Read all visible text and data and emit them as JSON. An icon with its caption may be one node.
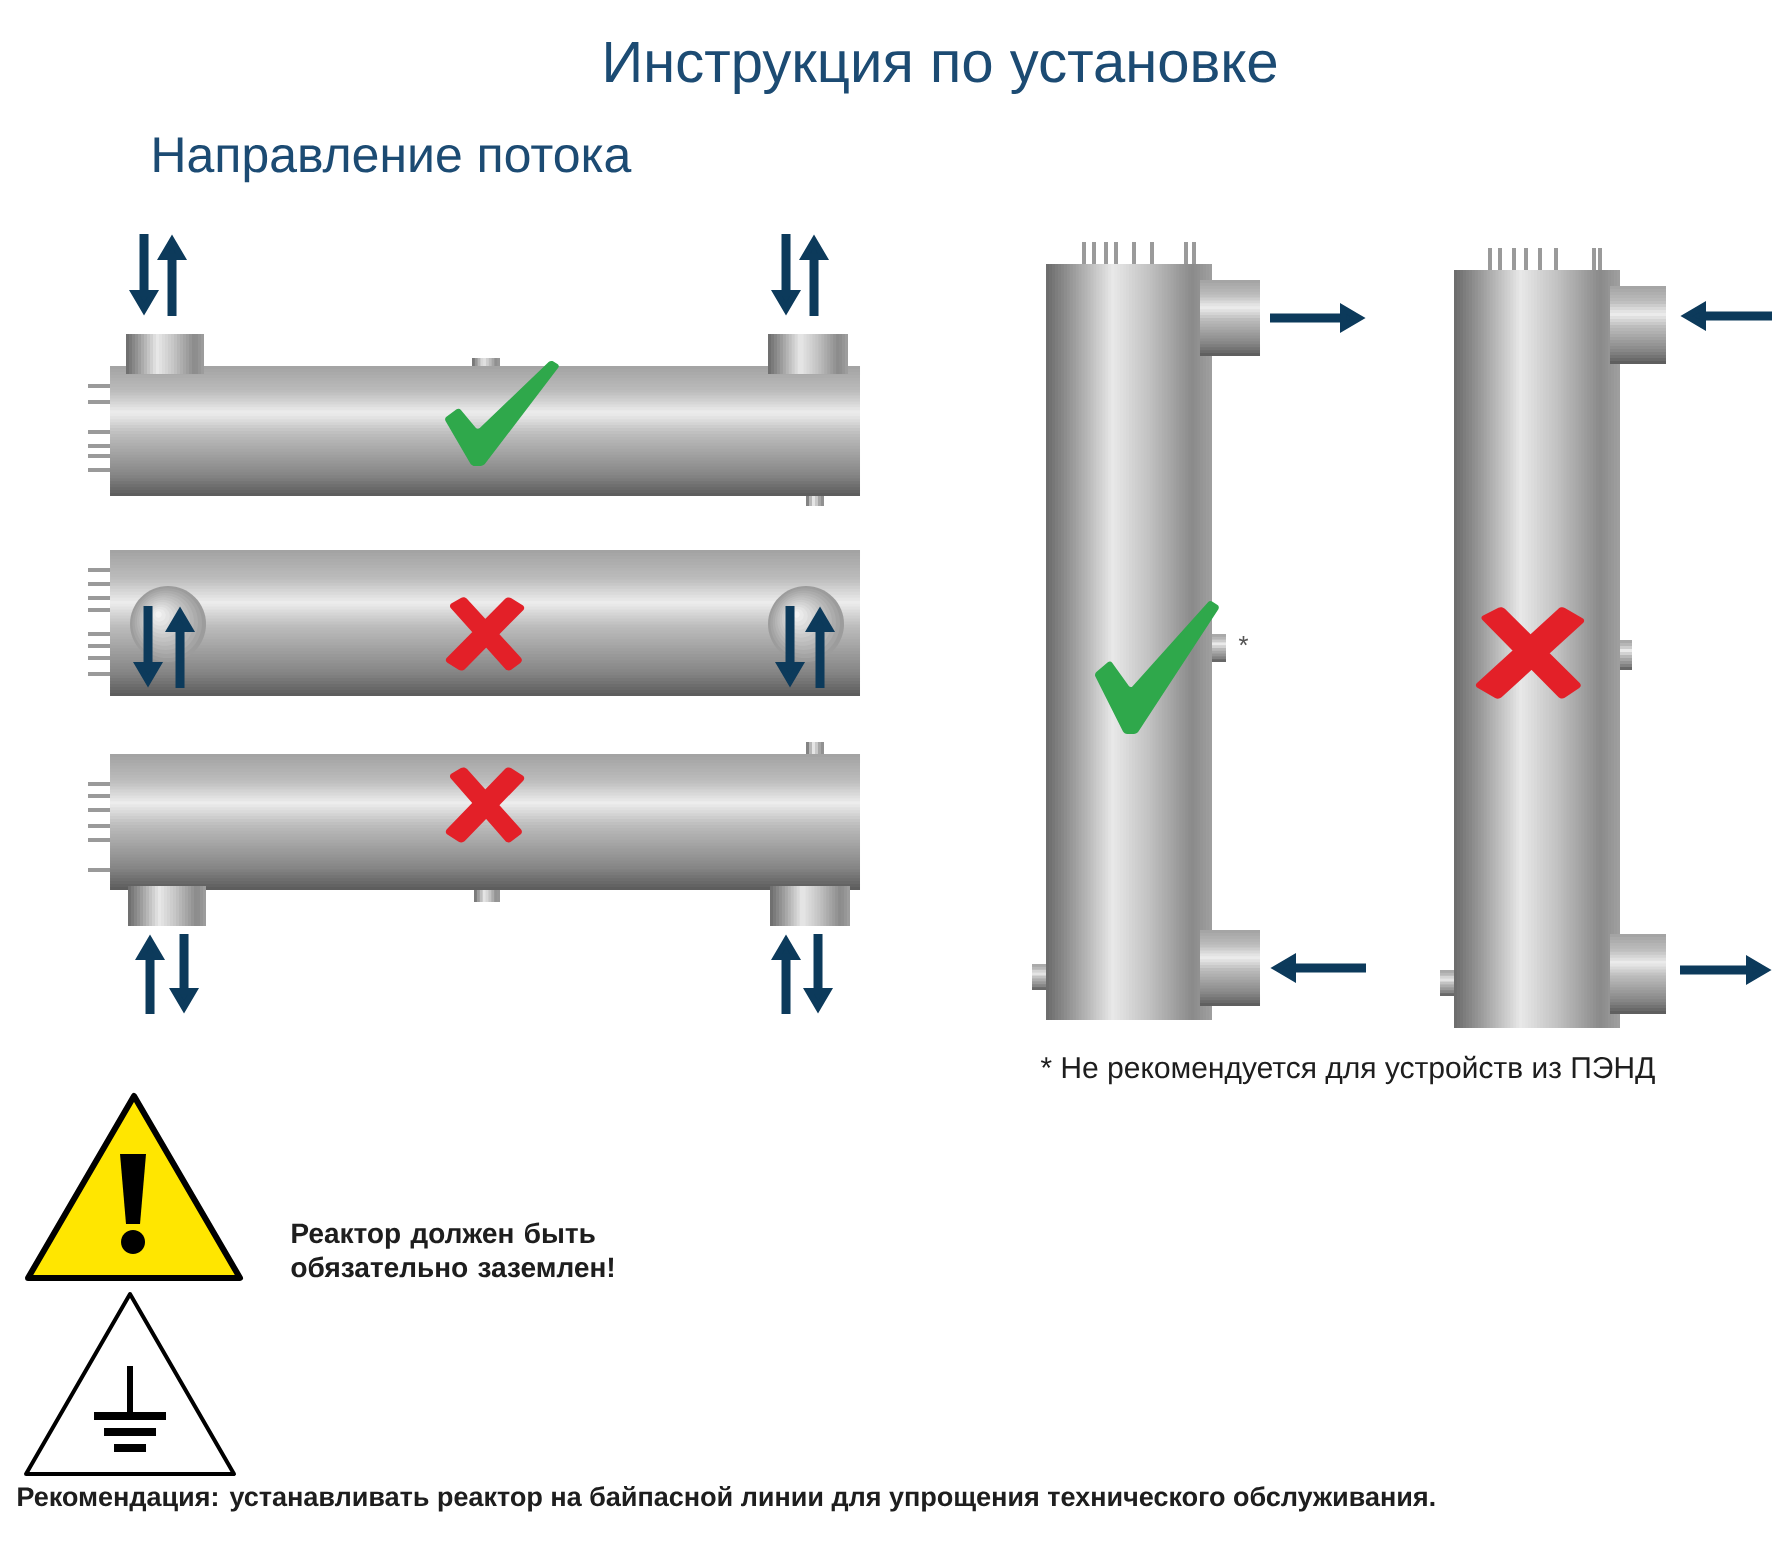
{
  "diagram": {
    "title": "Инструкция по установке",
    "labels": [
      "Направление потока",
      "*",
      "* Не рекомендуется для устройств из ПЭНД",
      "Реактор должен быть обязательно заземлен!",
      "Рекомендация: устанавливать реактор на байпасной линии для упрощения технического обслуживания."
    ]
  }
}
